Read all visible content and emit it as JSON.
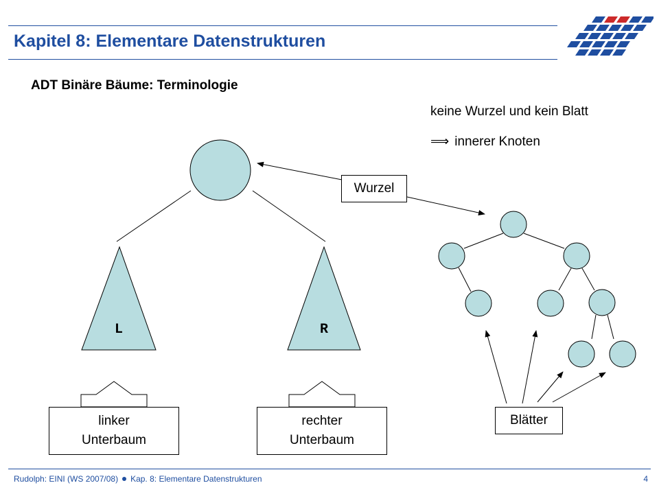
{
  "header": {
    "title": "Kapitel 8: Elementare Datenstrukturen",
    "colors": {
      "accent": "#1f4ea0",
      "logo_red": "#cc2a2a"
    }
  },
  "section": {
    "title": "ADT Binäre Bäume: Terminologie"
  },
  "notes": {
    "line1": "keine Wurzel und kein Blatt",
    "line2": "innerer Knoten"
  },
  "diagram": {
    "node_color": "#b8dde0",
    "triangle_left_label": "L",
    "triangle_right_label": "R",
    "wurzel_label": "Wurzel",
    "blaetter_label": "Blätter",
    "left_subtree": {
      "line1": "linker",
      "line2": "Unterbaum"
    },
    "right_subtree": {
      "line1": "rechter",
      "line2": "Unterbaum"
    }
  },
  "footer": {
    "left_part": "Rudolph: EINI (WS 2007/08)",
    "right_part": "Kap. 8: Elementare Datenstrukturen",
    "page": "4"
  }
}
